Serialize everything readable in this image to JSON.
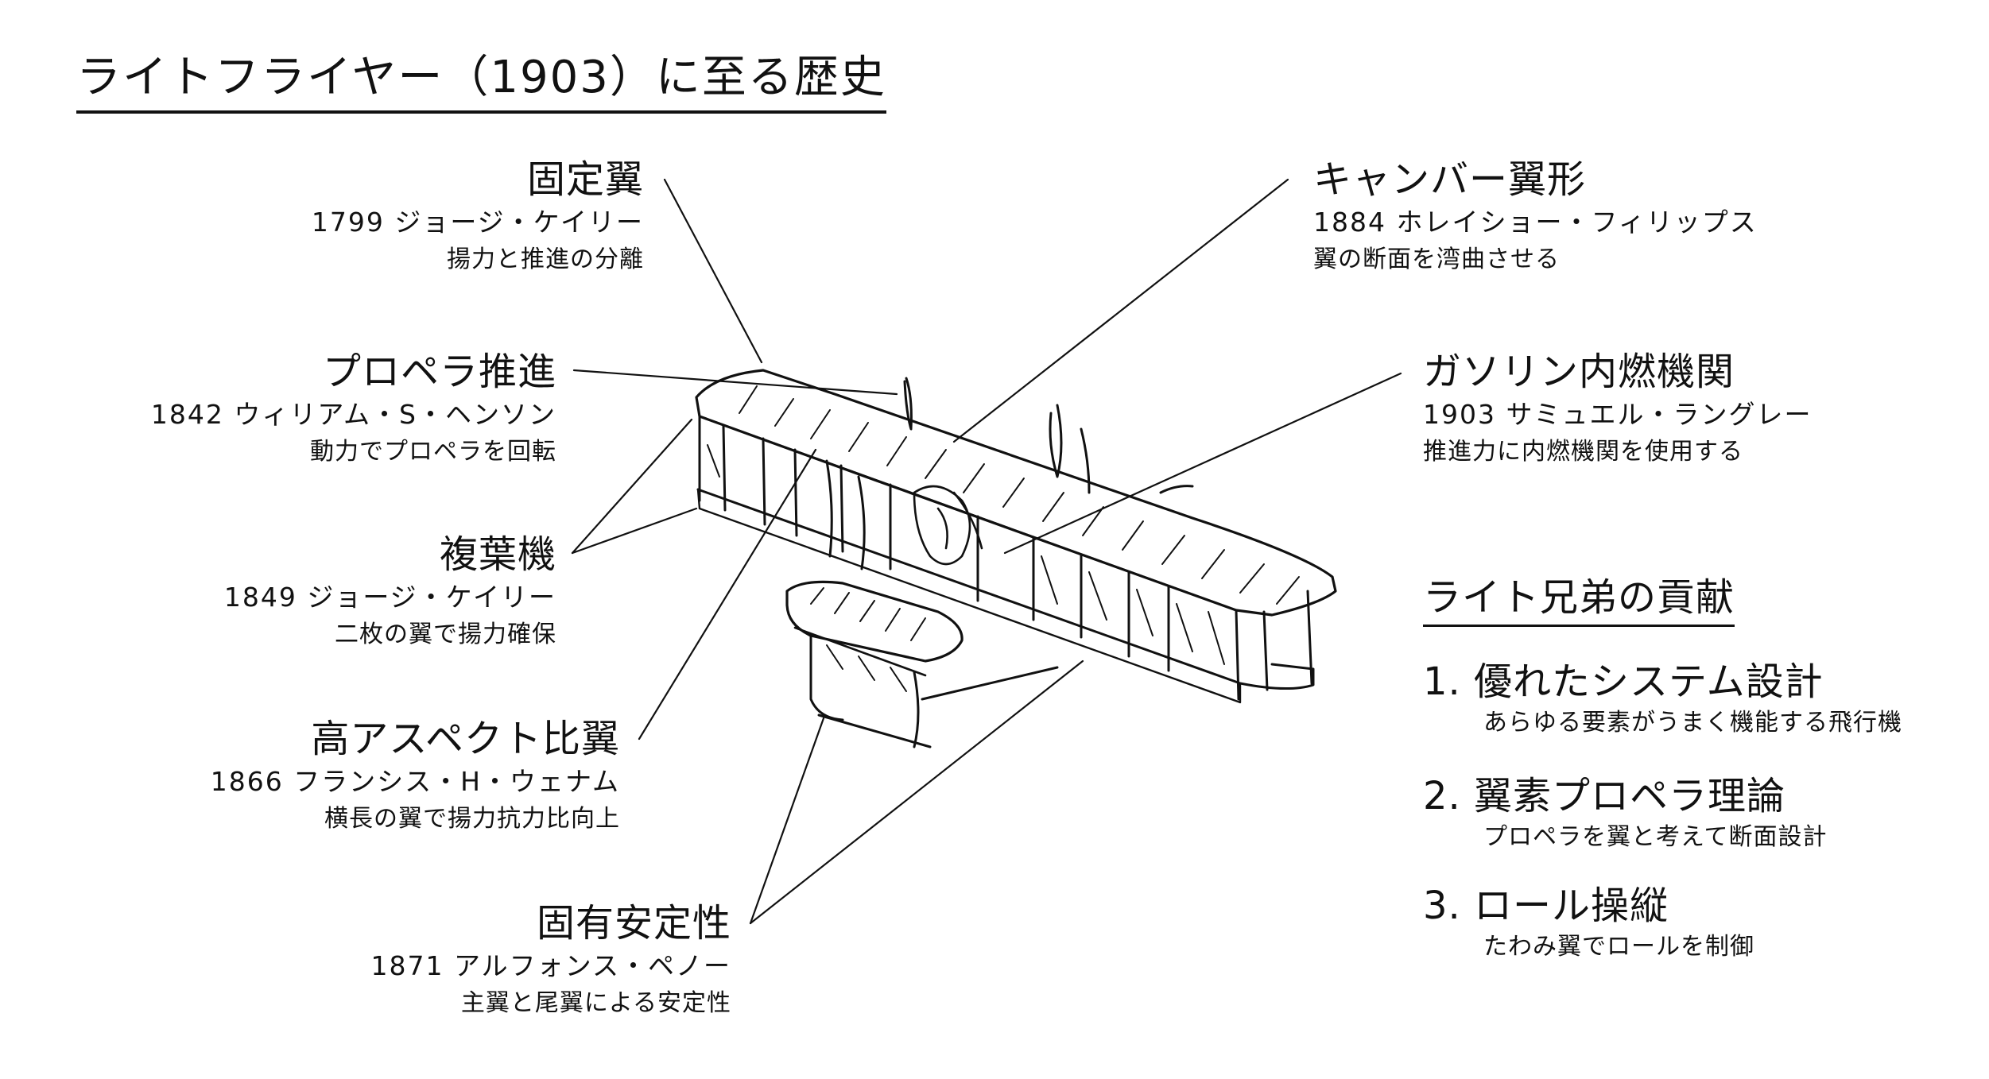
{
  "title": "ライトフライヤー（1903）に至る歴史",
  "callouts_left": [
    {
      "heading": "固定翼",
      "person": "1799 ジョージ・ケイリー",
      "description": "揚力と推進の分離"
    },
    {
      "heading": "プロペラ推進",
      "person": "1842 ウィリアム・S・ヘンソン",
      "description": "動力でプロペラを回転"
    },
    {
      "heading": "複葉機",
      "person": "1849 ジョージ・ケイリー",
      "description": "二枚の翼で揚力確保"
    },
    {
      "heading": "高アスペクト比翼",
      "person": "1866 フランシス・H・ウェナム",
      "description": "横長の翼で揚力抗力比向上"
    },
    {
      "heading": "固有安定性",
      "person": "1871 アルフォンス・ペノー",
      "description": "主翼と尾翼による安定性"
    }
  ],
  "callouts_right": [
    {
      "heading": "キャンバー翼形",
      "person": "1884 ホレイショー・フィリップス",
      "description": "翼の断面を湾曲させる"
    },
    {
      "heading": "ガソリン内燃機関",
      "person": "1903 サミュエル・ラングレー",
      "description": "推進力に内燃機関を使用する"
    }
  ],
  "wright": {
    "title": "ライト兄弟の貢献",
    "items": [
      {
        "heading": "1. 優れたシステム設計",
        "description": "あらゆる要素がうまく機能する飛行機"
      },
      {
        "heading": "2. 翼素プロペラ理論",
        "description": "プロペラを翼と考えて断面設計"
      },
      {
        "heading": "3. ロール操縦",
        "description": "たわみ翼でロールを制御"
      }
    ]
  },
  "illustration": {
    "subject": "wright-flyer-sketch",
    "stroke_color": "#111111"
  }
}
